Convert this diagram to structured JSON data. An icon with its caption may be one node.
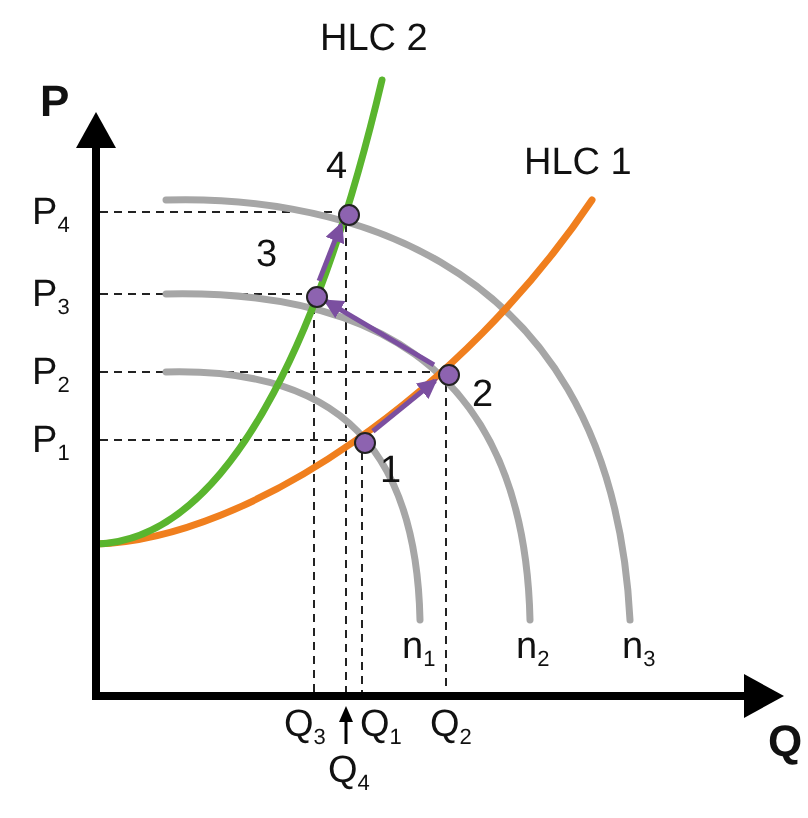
{
  "diagram": {
    "nodes": [
      {
        "text": [],
        "shape": "circle",
        "beside": [
          "1"
        ]
      },
      {
        "text": [],
        "shape": "circle",
        "beside": [
          "2"
        ]
      },
      {
        "text": [],
        "shape": "circle",
        "beside": [
          "3"
        ]
      },
      {
        "text": [],
        "shape": "circle",
        "beside": [
          "4"
        ]
      }
    ],
    "edges": [
      {
        "from": 0,
        "to": 1,
        "arrow": "to"
      },
      {
        "from": 1,
        "to": 2,
        "arrow": "to"
      },
      {
        "from": 2,
        "to": 3,
        "arrow": "to"
      }
    ],
    "labels": [
      "HLC 2",
      "P",
      "HLC 1",
      "P$_{4}$",
      "P$_{3}$",
      "P$_{2}$",
      "P$_{1}$",
      "n$_{1}$",
      "n$_{2}$",
      "n$_{3}$",
      "Q",
      "Q$_{3}$",
      "Q$_{1}$",
      "Q$_{2}$",
      "Q$_{4}$"
    ]
  }
}
